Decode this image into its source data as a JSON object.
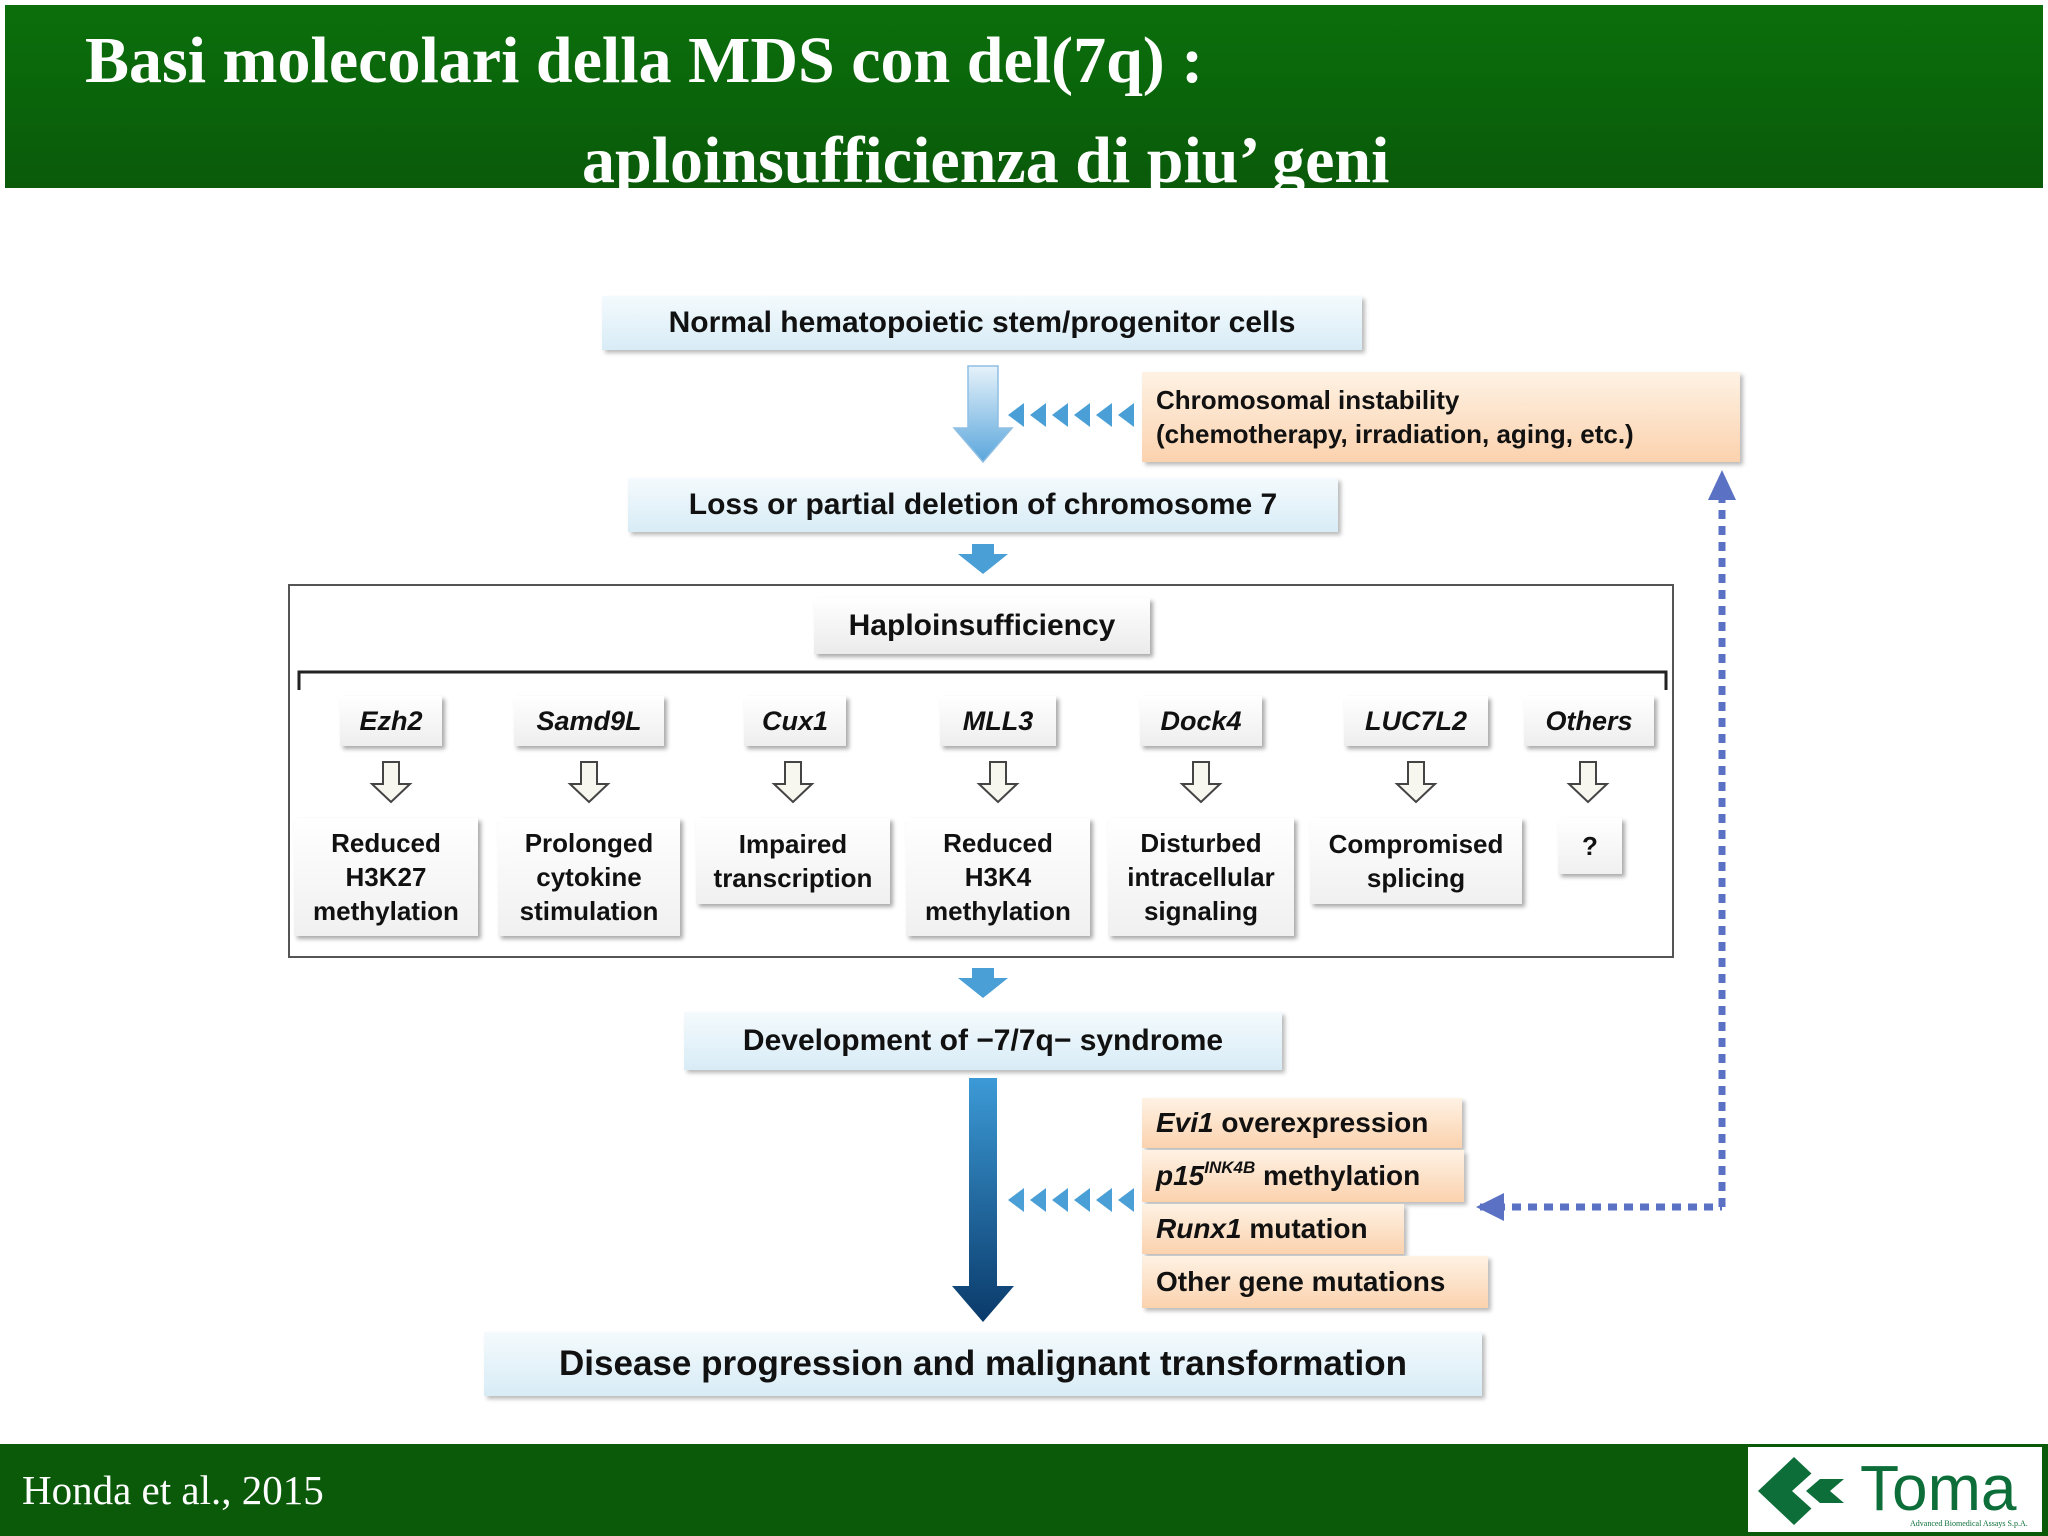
{
  "title": {
    "line1": "Basi molecolari della MDS con  del(7q) :",
    "line2": "aploinsufficienza di piu’ geni"
  },
  "footer": {
    "citation": "Honda et al., 2015",
    "logo_text": "Toma",
    "logo_subtext": "Advanced Biomedical Assays S.p.A."
  },
  "diagram": {
    "top_box": "Normal hematopoietic stem/progenitor cells",
    "instability_line1": "Chromosomal instability",
    "instability_line2": "(chemotherapy, irradiation, aging, etc.)",
    "loss_box": "Loss or partial deletion of chromosome 7",
    "haplo_box": "Haploinsufficiency",
    "genes": [
      "Ezh2",
      "Samd9L",
      "Cux1",
      "MLL3",
      "Dock4",
      "LUC7L2",
      "Others"
    ],
    "effects": [
      [
        "Reduced",
        "H3K27",
        "methylation"
      ],
      [
        "Prolonged",
        "cytokine",
        "stimulation"
      ],
      [
        "Impaired",
        "transcription"
      ],
      [
        "Reduced",
        "H3K4",
        "methylation"
      ],
      [
        "Disturbed",
        "intracellular",
        "signaling"
      ],
      [
        "Compromised",
        "splicing"
      ],
      [
        "?"
      ]
    ],
    "development_box": "Development of −7/7q− syndrome",
    "mutations": {
      "evi1_gene": "Evi1",
      "evi1_text": " overexpression",
      "p15_gene": "p15",
      "p15_sup": "INK4B",
      "p15_text": " methylation",
      "runx1_gene": "Runx1",
      "runx1_text": " mutation",
      "other": "Other gene mutations"
    },
    "final_box": "Disease progression and malignant transformation"
  },
  "colors": {
    "header_green": "#0a5a0a",
    "arrow_blue": "#4a9fd6",
    "dotted_arrow": "#5b72c4",
    "peach": "#fbd2ae",
    "light_blue": "#d8ecf6"
  }
}
